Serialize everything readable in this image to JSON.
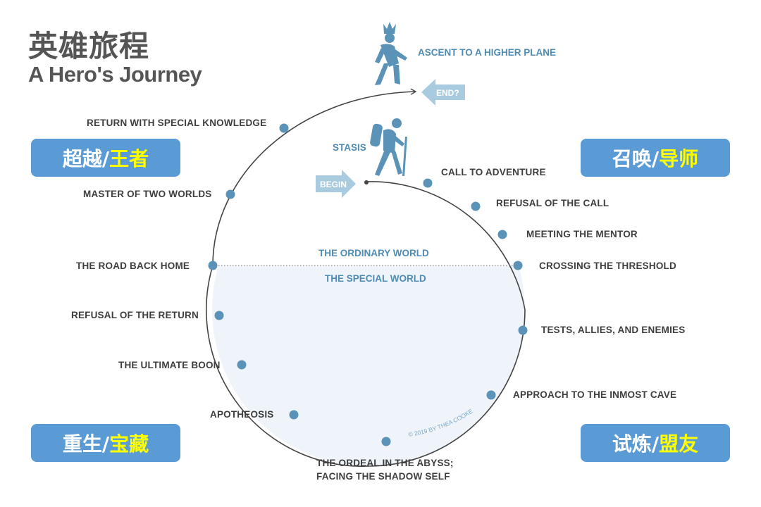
{
  "title": {
    "chinese": "英雄旅程",
    "english": "A Hero's Journey"
  },
  "colors": {
    "accent_blue": "#5b9bd5",
    "node_blue": "#5b93b8",
    "label_blue": "#4f8bb3",
    "highlight_yellow": "#ffff00",
    "special_world_fill": "#eef4f9",
    "arrow_blue": "#a9cbe0"
  },
  "badges": {
    "top_left": {
      "main": "超越/",
      "highlight": "王者"
    },
    "top_right": {
      "main": "召唤/",
      "highlight": "导师"
    },
    "bottom_left": {
      "main": "重生/",
      "highlight": "宝藏"
    },
    "bottom_right": {
      "main": "试炼/",
      "highlight": "盟友"
    }
  },
  "figures": {
    "ascent": {
      "icon": "crowned-walker-icon",
      "label": "ASCENT TO A HIGHER PLANE"
    },
    "stasis": {
      "icon": "hiker-icon",
      "label": "STASIS"
    }
  },
  "arrows": {
    "begin": "BEGIN",
    "end": "END?"
  },
  "worlds": {
    "ordinary": "THE ORDINARY WORLD",
    "special": "THE SPECIAL WORLD"
  },
  "stages": [
    {
      "label": "CALL TO ADVENTURE"
    },
    {
      "label": "REFUSAL OF THE CALL"
    },
    {
      "label": "MEETING THE MENTOR"
    },
    {
      "label": "CROSSING THE THRESHOLD"
    },
    {
      "label": "TESTS, ALLIES, AND ENEMIES"
    },
    {
      "label": "APPROACH TO THE INMOST CAVE"
    },
    {
      "label": "THE ORDEAL IN THE ABYSS;",
      "label2": "FACING THE SHADOW SELF"
    },
    {
      "label": "APOTHEOSIS"
    },
    {
      "label": "THE ULTIMATE BOON"
    },
    {
      "label": "REFUSAL OF THE RETURN"
    },
    {
      "label": "THE ROAD BACK HOME"
    },
    {
      "label": "MASTER OF TWO WORLDS"
    },
    {
      "label": "RETURN WITH SPECIAL KNOWLEDGE"
    }
  ],
  "copyright": "© 2019 BY THEA COOKE"
}
